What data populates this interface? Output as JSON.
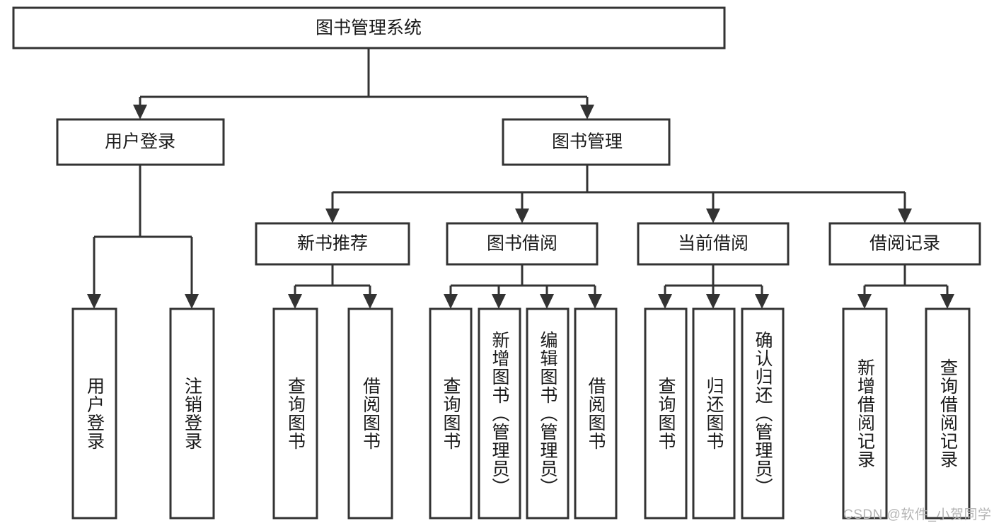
{
  "diagram": {
    "type": "tree",
    "title": "图书管理系统",
    "orientation": "top-down",
    "colors": {
      "box_stroke": "#333333",
      "box_fill": "#ffffff",
      "text": "#1a1a1a",
      "background": "#ffffff",
      "watermark": "#b4b4b4"
    },
    "root": {
      "label": "图书管理系统"
    },
    "level1": [
      {
        "id": "user-login",
        "label": "用户登录"
      },
      {
        "id": "book-manage",
        "label": "图书管理"
      }
    ],
    "level2": [
      {
        "id": "new-book-recommend",
        "label": "新书推荐",
        "parent": "book-manage"
      },
      {
        "id": "book-borrow",
        "label": "图书借阅",
        "parent": "book-manage"
      },
      {
        "id": "current-borrow",
        "label": "当前借阅",
        "parent": "book-manage"
      },
      {
        "id": "borrow-record",
        "label": "借阅记录",
        "parent": "book-manage"
      }
    ],
    "leaves": [
      {
        "id": "leaf-user-login",
        "label": "用户登录",
        "parent": "user-login"
      },
      {
        "id": "leaf-user-logout",
        "label": "注销登录",
        "parent": "user-login"
      },
      {
        "id": "leaf-query-book-1",
        "label": "查询图书",
        "parent": "new-book-recommend"
      },
      {
        "id": "leaf-borrow-book-1",
        "label": "借阅图书",
        "parent": "new-book-recommend"
      },
      {
        "id": "leaf-query-book-2",
        "label": "查询图书",
        "parent": "book-borrow"
      },
      {
        "id": "leaf-add-book",
        "label": "新增图书（管理员）",
        "parent": "book-borrow"
      },
      {
        "id": "leaf-edit-book",
        "label": "编辑图书（管理员）",
        "parent": "book-borrow"
      },
      {
        "id": "leaf-borrow-book-2",
        "label": "借阅图书",
        "parent": "book-borrow"
      },
      {
        "id": "leaf-query-book-3",
        "label": "查询图书",
        "parent": "current-borrow"
      },
      {
        "id": "leaf-return-book",
        "label": "归还图书",
        "parent": "current-borrow"
      },
      {
        "id": "leaf-confirm-return",
        "label": "确认归还（管理员）",
        "parent": "current-borrow"
      },
      {
        "id": "leaf-add-record",
        "label": "新增借阅记录",
        "parent": "borrow-record"
      },
      {
        "id": "leaf-query-record",
        "label": "查询借阅记录",
        "parent": "borrow-record"
      }
    ],
    "watermark": "CSDN @软件_小贺同学"
  }
}
